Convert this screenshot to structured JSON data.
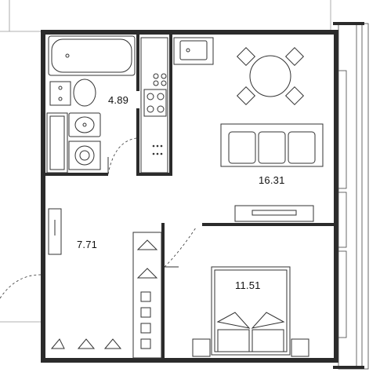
{
  "plan": {
    "rooms": [
      {
        "id": "bathroom",
        "area": "4.89"
      },
      {
        "id": "hallway",
        "area": "7.71"
      },
      {
        "id": "living-kitchen",
        "area": "16.31"
      },
      {
        "id": "bedroom",
        "area": "11.51"
      }
    ],
    "stove_icon": "stove-icon",
    "table_icon": "dining-table-icon",
    "sofa_icon": "sofa-icon",
    "bed_icon": "bed-icon",
    "wall_color": "#2b2b2b",
    "fill_color": "#ffffff"
  }
}
